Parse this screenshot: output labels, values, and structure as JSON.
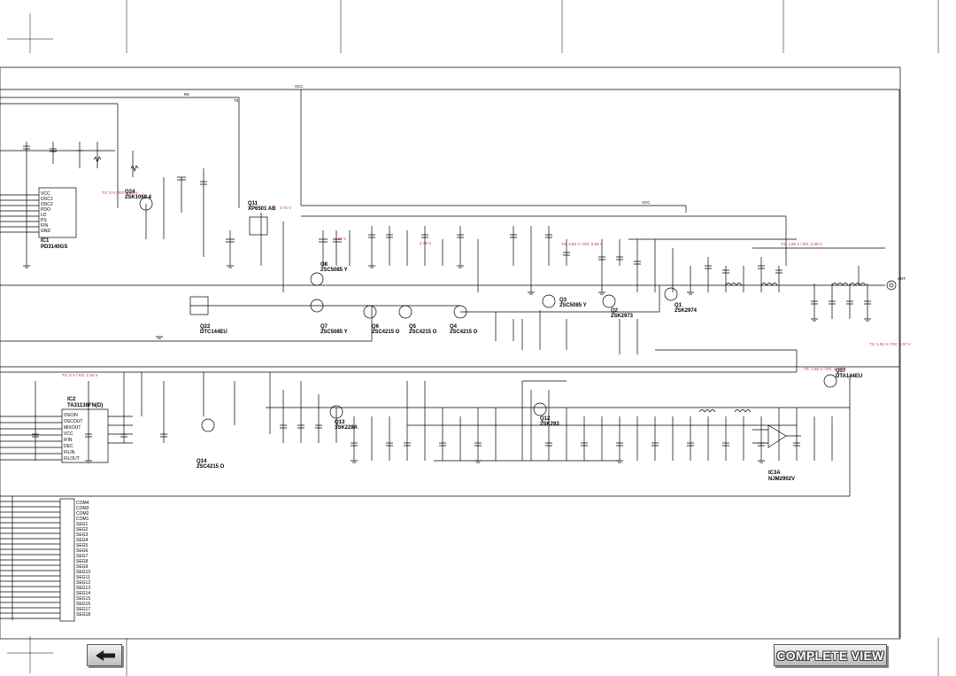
{
  "parts": {
    "ic1_ref": "IC1",
    "ic1_name": "PD3140GS",
    "ic2_ref": "IC2",
    "ic2_name": "TA31136FN(D)",
    "ic3a_ref": "IC3A",
    "ic3a_name": "NJM2902V",
    "q24_ref": "Q24",
    "q24_name": "2SK1069 4",
    "q11_ref": "Q11",
    "q11_name": "XP6501 AB",
    "q8_ref": "Q8",
    "q8_name": "2SC5085 Y",
    "q7_ref": "Q7",
    "q7_name": "2SC5085 Y",
    "q22_ref": "Q22",
    "q22_name": "DTC144EU",
    "q6_ref": "Q6",
    "q6_name": "2SC4215 O",
    "q5_ref": "Q5",
    "q5_name": "2SC4215 O",
    "q4_ref": "Q4",
    "q4_name": "2SC4215 O",
    "q3_ref": "Q3",
    "q3_name": "2SC5085 Y",
    "q2_ref": "Q2",
    "q2_name": "2SK2973",
    "q1_ref": "Q1",
    "q1_name": "2SK2974",
    "q37_ref": "Q37",
    "q37_name": "DTA144EU",
    "q12_ref": "Q12",
    "q12_name": "2SK293",
    "q13_ref": "Q13",
    "q13_name": "3SK228A",
    "q14_ref": "Q14",
    "q14_name": "2SC4215 O"
  },
  "nets": {
    "vcc": "VCC",
    "r5": "R5",
    "t5": "T5",
    "ant": "ANT"
  },
  "pins_ic1": [
    "VCC",
    "OSC1",
    "OSC2",
    "PDO",
    "LD",
    "PS",
    "FIN",
    "GND"
  ],
  "pins_ic2": [
    "OSCIN",
    "OSCOUT",
    "MIXOUT",
    "VCC",
    "IFIN",
    "DEC",
    "FILIN",
    "FILOUT"
  ],
  "lcd_pins": [
    "COM4",
    "COM3",
    "COM2",
    "COM1",
    "SEG1",
    "SEG2",
    "SEG3",
    "SEG4",
    "SEG5",
    "SEG6",
    "SEG7",
    "SEG8",
    "SEG9",
    "SEG10",
    "SEG11",
    "SEG12",
    "SEG13",
    "SEG14",
    "SEG15",
    "SEG16",
    "SEG17",
    "SEG18"
  ],
  "voltages": {
    "q24": "TX: 0 V / RX: 1.03 V",
    "q11": "4.72 V",
    "q8": "3.81 V",
    "q6": "2.78 V",
    "q3": "TX: 3.82 V / RX: 0.59 V",
    "q1": "TX: 1.85 V / RX: 2.00 V",
    "q37": "TX: 1.86 V / RX: 4.45 V",
    "ant": "TX: 1.81 V / RX: 0.07 V",
    "ic2": "TX: 0 V / RX: 1.84 V"
  },
  "buttons": {
    "complete_view": "COMPLETE VIEW"
  },
  "colors": {
    "wire": "#000000",
    "voltage_annotation": "#d0207a",
    "button_face": "#c8c8c8"
  },
  "icons": {
    "back": "left-arrow-icon",
    "antenna": "antenna-connector-icon"
  }
}
